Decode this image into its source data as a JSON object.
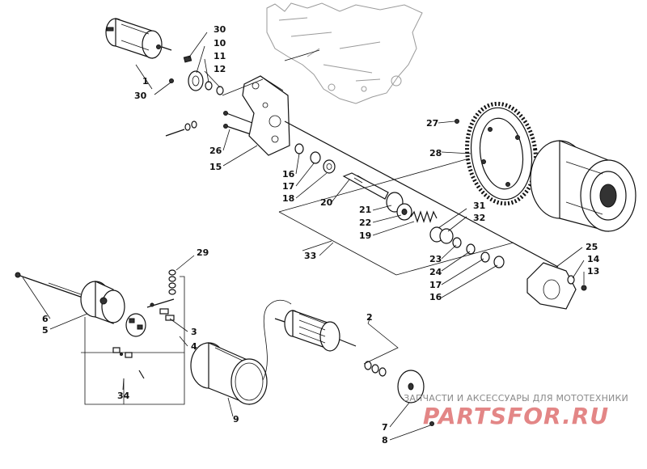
{
  "callouts": {
    "c1": "1",
    "c2": "2",
    "c3": "3",
    "c4": "4",
    "c5": "5",
    "c6": "6",
    "c7": "7",
    "c8": "8",
    "c9": "9",
    "c10": "10",
    "c11": "11",
    "c12": "12",
    "c13": "13",
    "c14": "14",
    "c15": "15",
    "c16a": "16",
    "c16b": "16",
    "c17a": "17",
    "c17b": "17",
    "c18": "18",
    "c19": "19",
    "c20": "20",
    "c21": "21",
    "c22": "22",
    "c23": "23",
    "c24": "24",
    "c25": "25",
    "c26": "26",
    "c27": "27",
    "c28": "28",
    "c29": "29",
    "c30a": "30",
    "c30b": "30",
    "c31": "31",
    "c32": "32",
    "c33": "33",
    "c34": "34"
  },
  "watermark": {
    "tagline": "ЗАПЧАСТИ И АКСЕССУАРЫ ДЛЯ МОТОТЕХНИКИ",
    "logo": "PARTSFOR.RU"
  },
  "colors": {
    "ink": "#111111",
    "engine_outline": "#9a9a9a",
    "watermark_red": "#cc2222",
    "background": "#ffffff"
  }
}
